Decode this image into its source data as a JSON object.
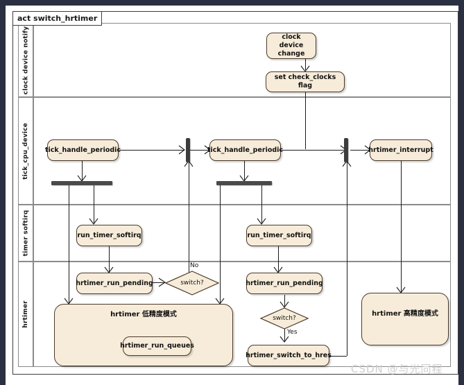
{
  "window": {
    "frame_label": "act switch_hrtimer"
  },
  "watermark": "CSDN @与光同程",
  "lanes": [
    {
      "id": "clock-device-notify",
      "label": "clock device notify"
    },
    {
      "id": "tick-cpu-device",
      "label": "tick_cpu_device"
    },
    {
      "id": "timer-softirq",
      "label": "timer softirq"
    },
    {
      "id": "hrtimer",
      "label": "hrtimer"
    }
  ],
  "nodes": {
    "clock_device_change": "clock device change",
    "set_check_clocks_flag": "set check_clocks flag",
    "tick_handle_periodic_1": "tick_handle_periodic",
    "tick_handle_periodic_2": "tick_handle_periodic",
    "hrtimer_interrupt": "hrtimer_interrupt",
    "run_timer_softirq_1": "run_timer_softirq",
    "run_timer_softirq_2": "run_timer_softirq",
    "hrtimer_run_pending_1": "hrtimer_run_pending",
    "hrtimer_run_pending_2": "hrtimer_run_pending",
    "hrtimer_switch_to_hres": "hrtimer_switch_to_hres",
    "hrtimer_low_res_mode": "hrtimer 低精度模式",
    "hrtimer_run_queues": "hrtimer_run_queues",
    "hrtimer_high_res_mode": "hrtimer 高精度模式"
  },
  "decisions": {
    "switch_1": "switch?",
    "switch_2": "switch?"
  },
  "edge_labels": {
    "switch_1_no": "No",
    "switch_2_yes": "Yes"
  },
  "colors": {
    "node_fill": "#f7ecd9",
    "node_border": "#4b3a29",
    "lane_border": "#8a8a8a",
    "frame_border": "#3d3d3d",
    "bar_fill": "#4a4a4a",
    "window_chrome": "#2b2f42",
    "watermark": "#cfcfcf"
  }
}
